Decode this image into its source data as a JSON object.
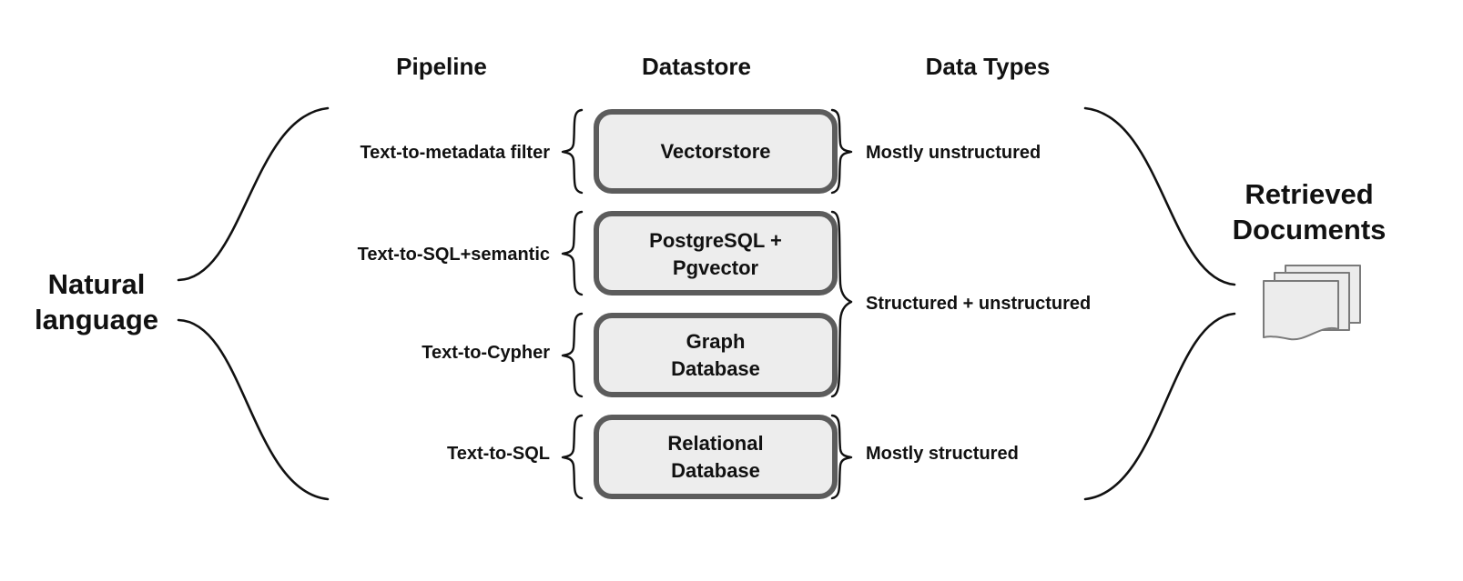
{
  "diagram": {
    "title_left": {
      "line1": "Natural",
      "line2": "language"
    },
    "title_right": {
      "line1": "Retrieved",
      "line2": "Documents"
    },
    "columns": {
      "pipeline": "Pipeline",
      "datastore": "Datastore",
      "data_types": "Data Types"
    },
    "rows": [
      {
        "pipeline": "Text-to-metadata filter",
        "datastore_line1": "Vectorstore",
        "datastore_line2": ""
      },
      {
        "pipeline": "Text-to-SQL+semantic",
        "datastore_line1": "PostgreSQL +",
        "datastore_line2": "Pgvector"
      },
      {
        "pipeline": "Text-to-Cypher",
        "datastore_line1": "Graph",
        "datastore_line2": "Database"
      },
      {
        "pipeline": "Text-to-SQL",
        "datastore_line1": "Relational",
        "datastore_line2": "Database"
      }
    ],
    "data_types": [
      {
        "label": "Mostly unstructured",
        "spans_rows": [
          0
        ]
      },
      {
        "label": "Structured + unstructured",
        "spans_rows": [
          1,
          2
        ]
      },
      {
        "label": "Mostly structured",
        "spans_rows": [
          3
        ]
      }
    ],
    "icons": {
      "documents_stack": "documents-stack-icon"
    },
    "colors": {
      "box_fill": "#ededed",
      "box_border": "#5c5c5c",
      "text": "#111111",
      "line": "#111111",
      "page_fill": "#ececec",
      "page_border": "#7a7a7a",
      "background": "#ffffff"
    }
  }
}
